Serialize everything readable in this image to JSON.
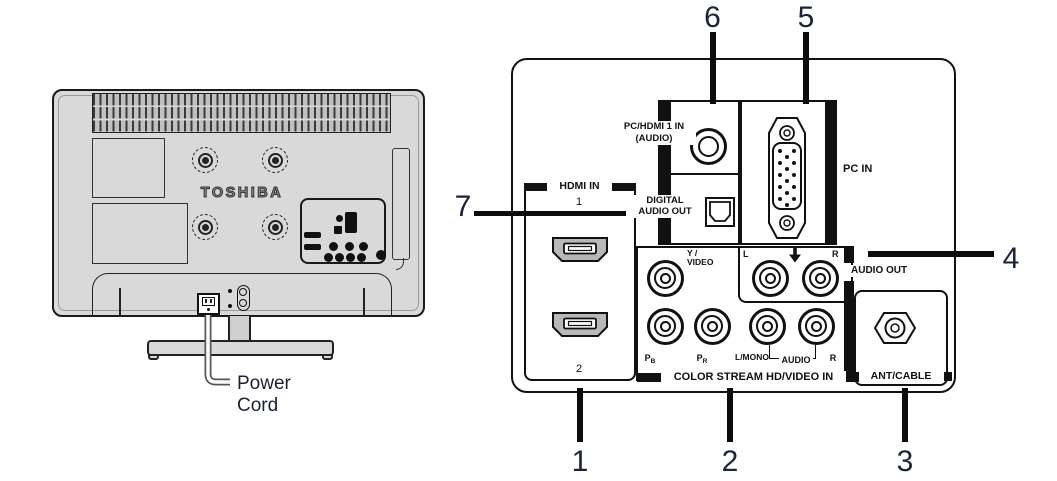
{
  "tv": {
    "brand": "TOSHIBA",
    "power_cord_label": "Power Cord"
  },
  "panel": {
    "hdmi_in": {
      "title": "HDMI IN",
      "port1": "1",
      "port2": "2"
    },
    "pc_hdmi_audio": {
      "line1": "PC/HDMI 1 IN",
      "line2": "(AUDIO)"
    },
    "digital_audio_out": {
      "line1": "DIGITAL",
      "line2": "AUDIO OUT"
    },
    "pc_in": {
      "label": "PC IN"
    },
    "audio_out": {
      "l": "L",
      "r": "R",
      "label": "AUDIO OUT"
    },
    "video_in": {
      "y_video_line1": "Y /",
      "y_video_line2": "VIDEO",
      "pb_main": "P",
      "pb_sub": "B",
      "pr_main": "P",
      "pr_sub": "R",
      "l_mono": "L/MONO",
      "audio": "AUDIO",
      "r": "R",
      "section_label": "COLOR STREAM HD/VIDEO IN"
    },
    "ant_cable": {
      "label": "ANT/CABLE"
    }
  },
  "callouts": {
    "c1": "1",
    "c2": "2",
    "c3": "3",
    "c4": "4",
    "c5": "5",
    "c6": "6",
    "c7": "7"
  },
  "colors": {
    "line": "#111111",
    "tv_fill": "#d9d9d9",
    "callout_text": "#1c2335"
  }
}
